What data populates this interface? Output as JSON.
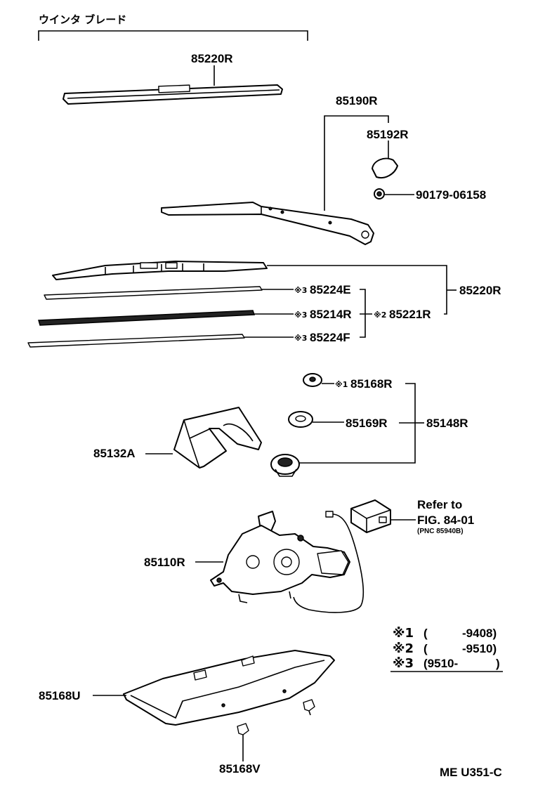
{
  "header": {
    "title": "ウインタ ブレード"
  },
  "parts": {
    "blade_top": "85220R",
    "arm": "85190R",
    "arm_cap": "85192R",
    "arm_nut": "90179-06158",
    "blade_assy": "85220R",
    "rubber_upper": "85224E",
    "rubber": "85214R",
    "rubber_assy": "85221R",
    "rubber_lower": "85224F",
    "pivot_cap": "85168R",
    "pivot_washer": "85169R",
    "pivot_assy": "85148R",
    "bracket": "85132A",
    "motor": "85110R",
    "cover": "85168U",
    "clip": "85168V"
  },
  "markers": {
    "rubber_upper": "※3",
    "rubber": "※3",
    "rubber_assy": "※2",
    "rubber_lower": "※3",
    "pivot_cap": "※1"
  },
  "refer": {
    "line1": "Refer to",
    "line2": "FIG. 84-01",
    "line3": "(PNC 85940B)"
  },
  "legend": [
    {
      "mark": "※1",
      "open": "(",
      "range": "-9408)"
    },
    {
      "mark": "※2",
      "open": "(",
      "range": "-9510)"
    },
    {
      "mark": "※3",
      "open": "(9510-",
      "range": ")"
    }
  ],
  "footer": {
    "code": "ME U351-C"
  }
}
